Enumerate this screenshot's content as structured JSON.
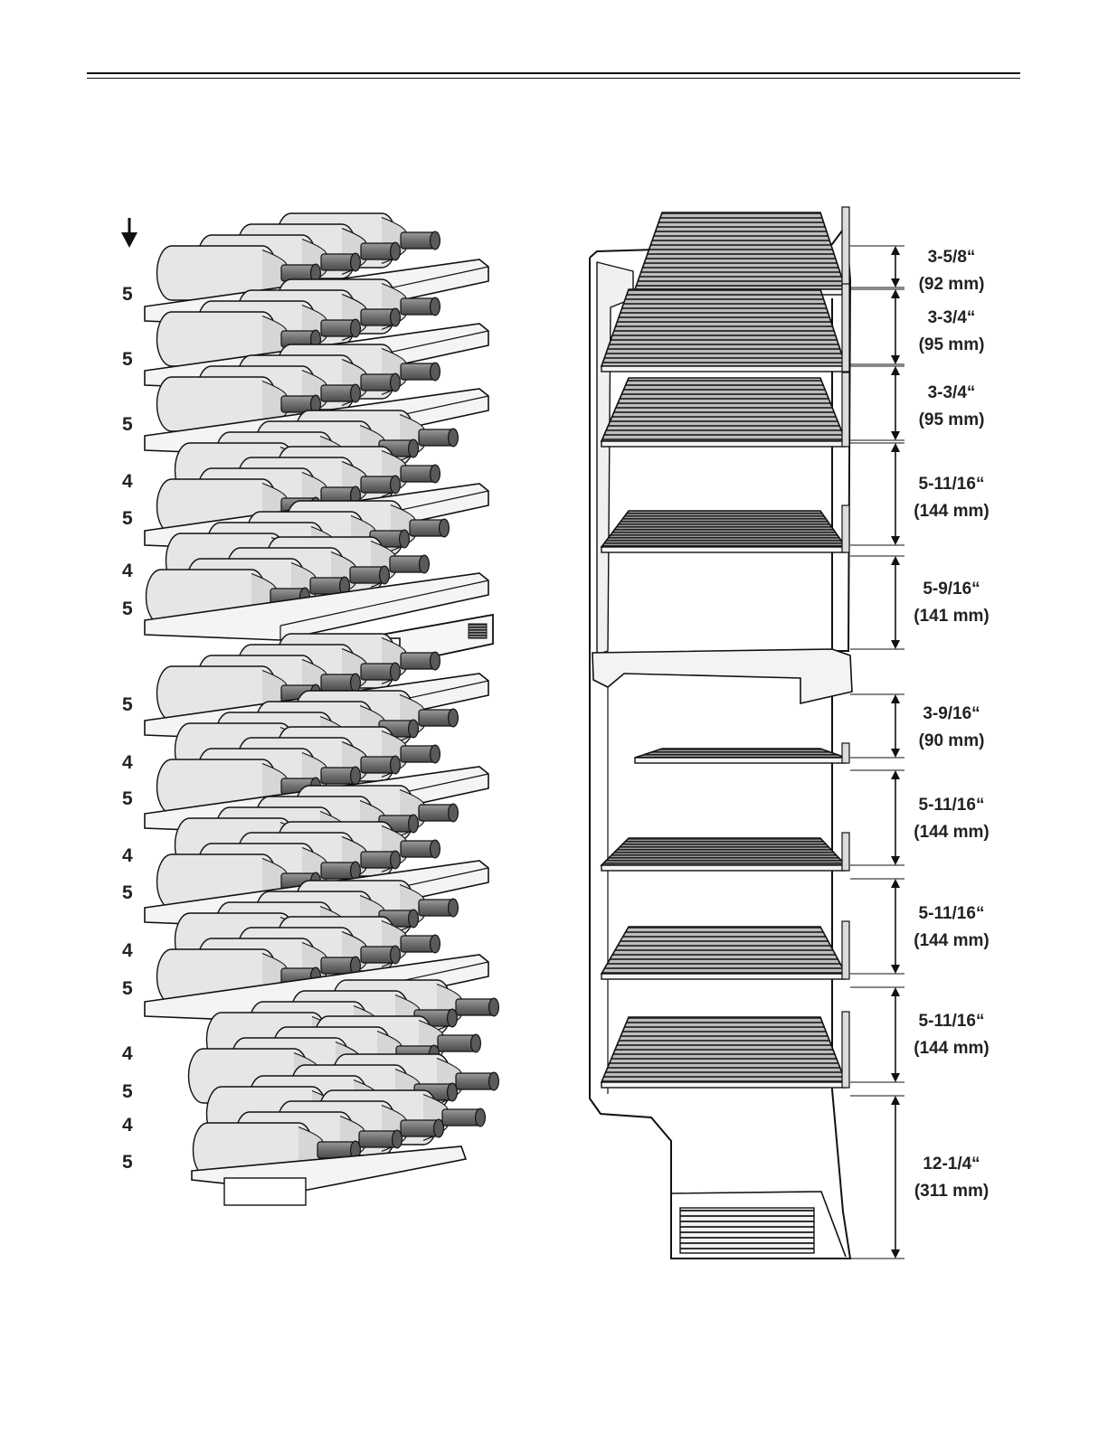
{
  "left_diagram": {
    "bottle_counts": [
      "5",
      "5",
      "5",
      "4",
      "5",
      "4",
      "5",
      "5",
      "4",
      "5",
      "4",
      "5",
      "4",
      "5",
      "4",
      "5",
      "4",
      "5"
    ]
  },
  "right_diagram": {
    "dimensions": [
      {
        "imperial": "3-5/8“",
        "metric": "(92 mm)"
      },
      {
        "imperial": "3-3/4“",
        "metric": "(95 mm)"
      },
      {
        "imperial": "3-3/4“",
        "metric": "(95 mm)"
      },
      {
        "imperial": "5-11/16“",
        "metric": "(144 mm)"
      },
      {
        "imperial": "5-9/16“",
        "metric": "(141 mm)"
      },
      {
        "imperial": "3-9/16“",
        "metric": "(90 mm)"
      },
      {
        "imperial": "5-11/16“",
        "metric": "(144 mm)"
      },
      {
        "imperial": "5-11/16“",
        "metric": "(144 mm)"
      },
      {
        "imperial": "5-11/16“",
        "metric": "(144 mm)"
      },
      {
        "imperial": "12-1/4“",
        "metric": "(311 mm)"
      }
    ]
  }
}
